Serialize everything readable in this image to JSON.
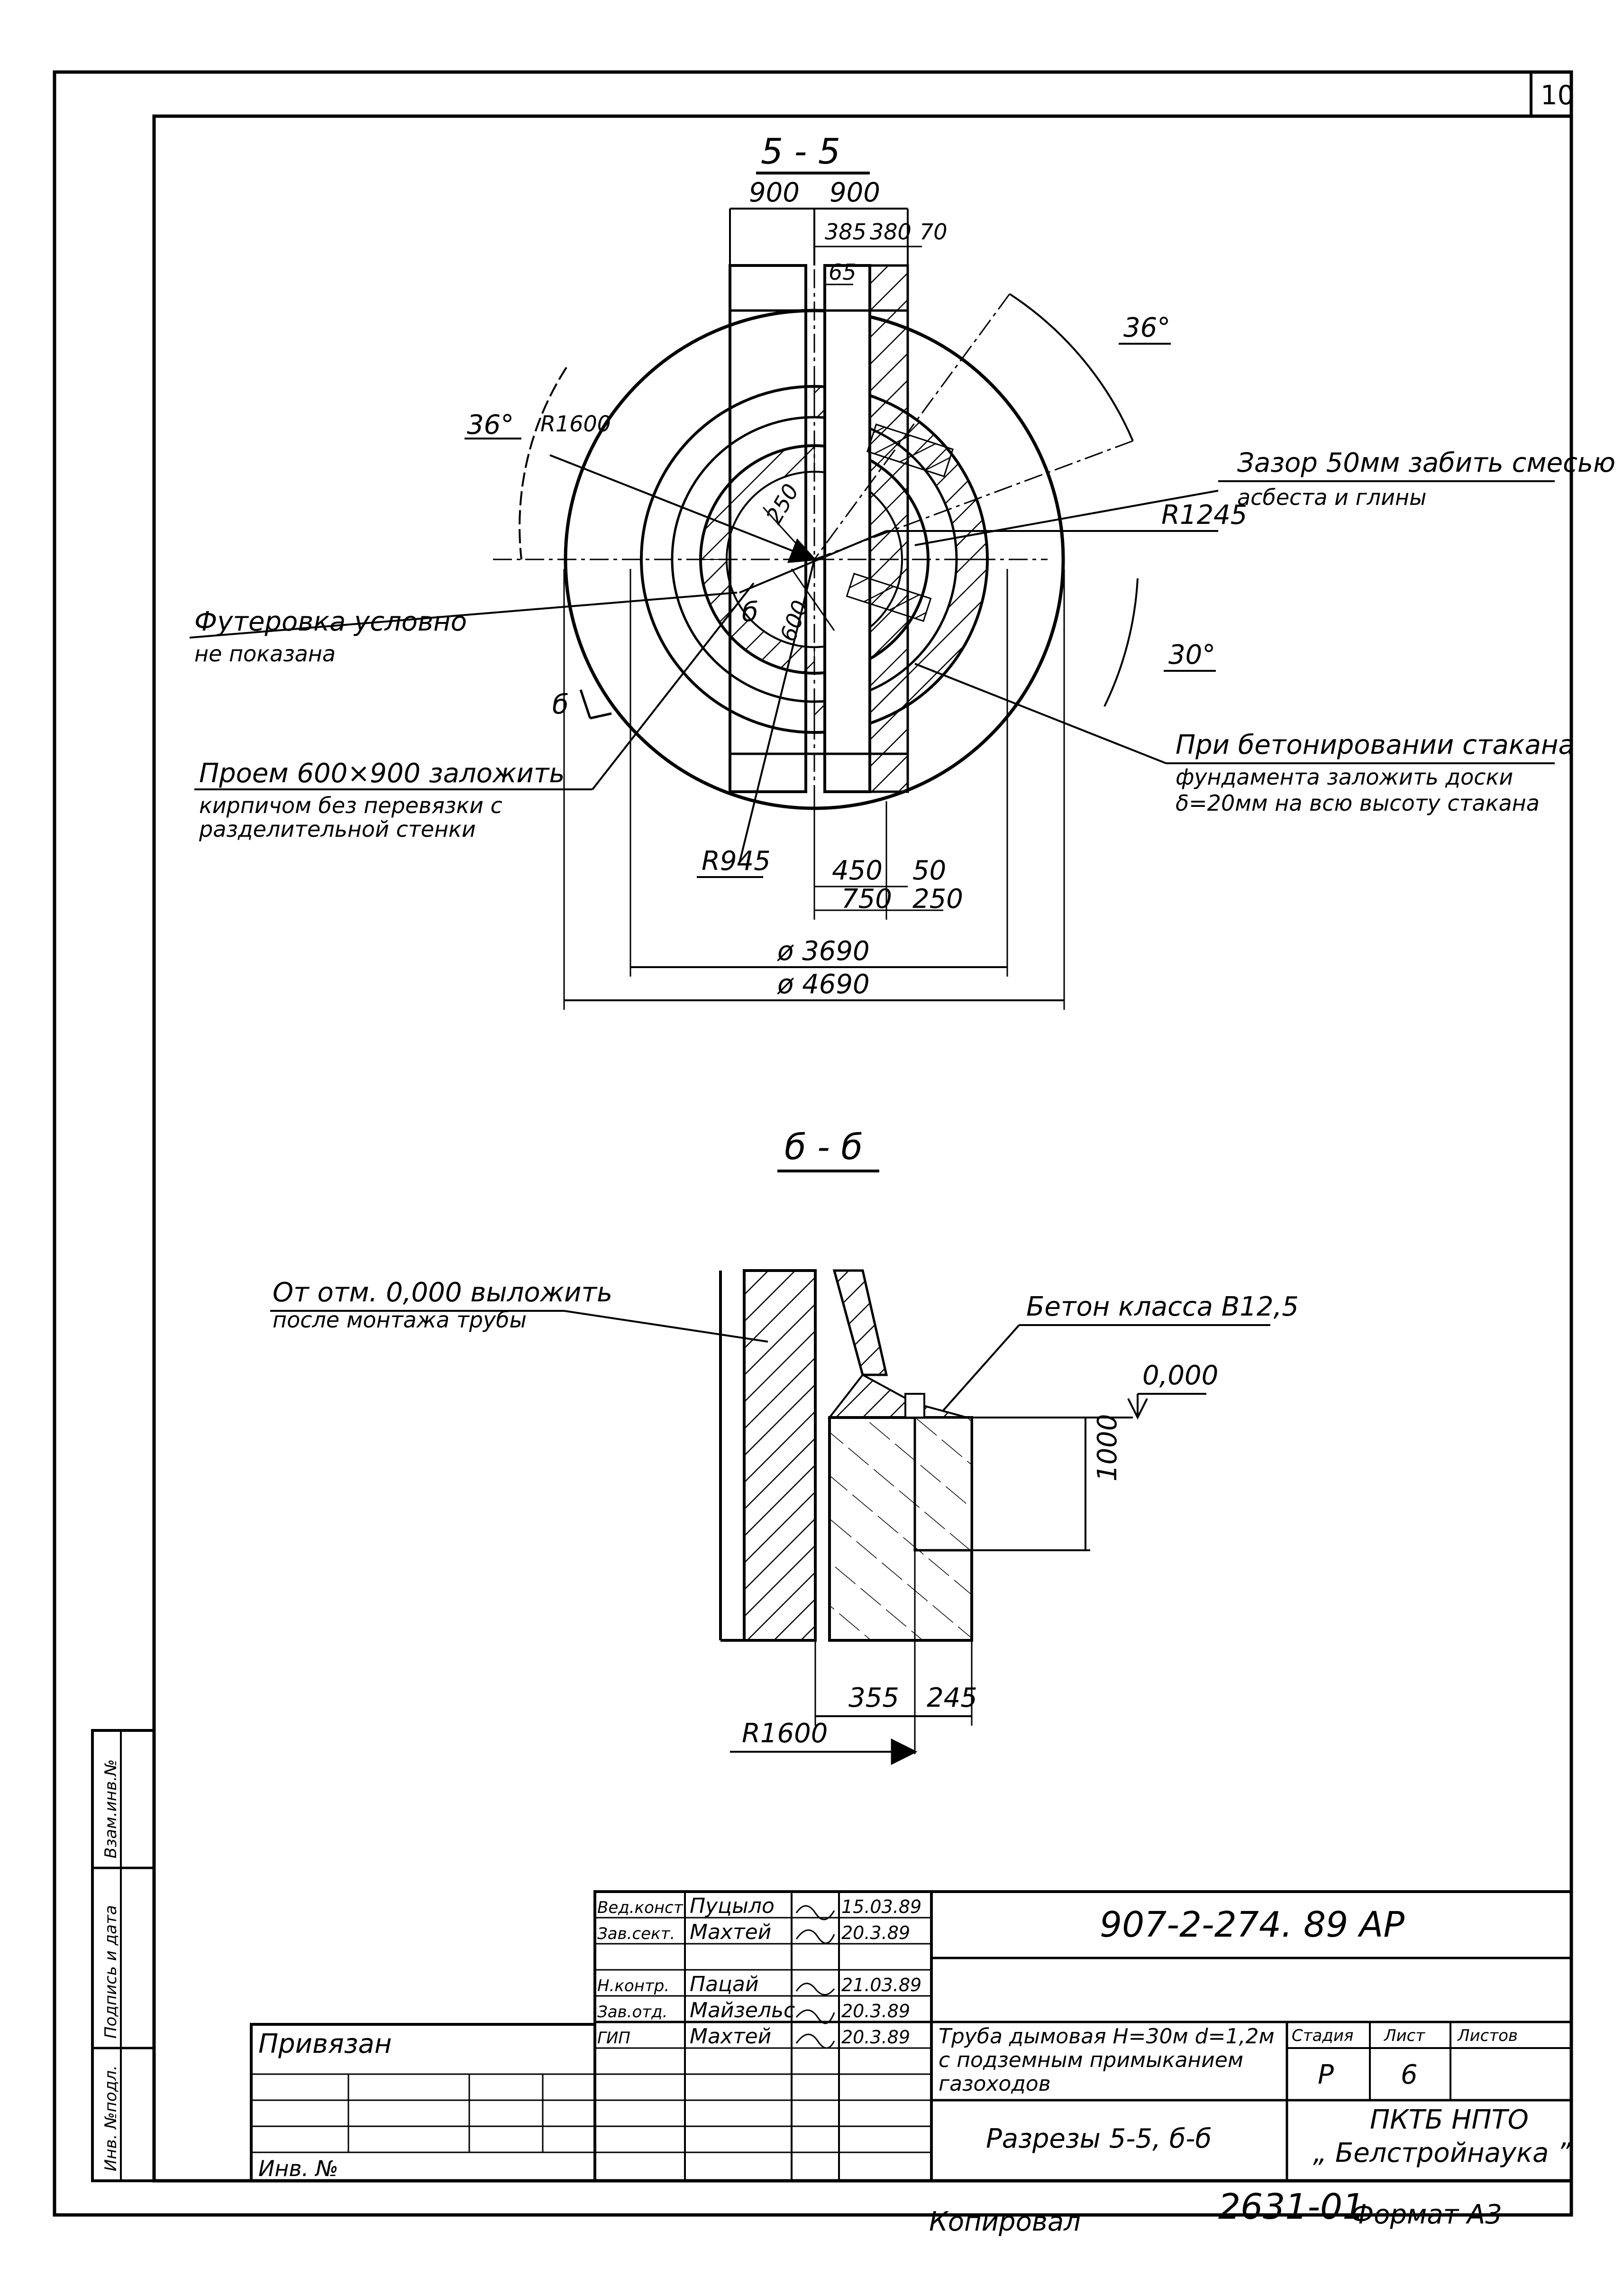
{
  "sheet": {
    "number": "10"
  },
  "section_55": {
    "title": "5 - 5",
    "dims": {
      "top_left": "900",
      "top_right": "900",
      "d385": "385",
      "d380": "380",
      "d70": "70",
      "d65": "65",
      "d450": "450",
      "d50": "50",
      "d750": "750",
      "d250": "250",
      "dia_inner": "ø 3690",
      "dia_outer": "ø 4690",
      "r600": "600",
      "r250": "250",
      "mark_b": "б"
    },
    "angles": {
      "left": "36°",
      "right_top": "36°",
      "right_bottom": "30°"
    },
    "radii": {
      "r1600": "R1600",
      "r1245": "R1245",
      "r945": "R945"
    },
    "notes": {
      "gap_line1": "Зазор 50мм забить смесью",
      "gap_line2": "асбеста и глины",
      "lining_line1": "Футеровка условно",
      "lining_line2": "не показана",
      "opening_line1": "Проем 600×900 заложить",
      "opening_line2": "кирпичом без перевязки с",
      "opening_line3": "разделительной стенки",
      "concrete_line1": "При бетонировании стакана",
      "concrete_line2": "фундамента заложить доски",
      "concrete_line3": "δ=20мм на всю высоту стакана",
      "section_mark": "б"
    }
  },
  "section_bb": {
    "title": "б - б",
    "notes": {
      "lay_line1": "От отм. 0,000 выложить",
      "lay_line2": "после монтажа трубы",
      "concrete": "Бетон класса В12,5"
    },
    "level": "0,000",
    "dims": {
      "height": "1000",
      "d355": "355",
      "d245": "245",
      "radius": "R1600"
    }
  },
  "side_stamp": {
    "inv_sub": "Инв. №подл.",
    "sign_date": "Подпись и дата",
    "replace_inv": "Взам.инв.№"
  },
  "title_block": {
    "roles": [
      "Вед.конст.",
      "Зав.сект.",
      "",
      "Н.контр.",
      "Зав.отд.",
      "ГИП"
    ],
    "names": [
      "Пуцыло",
      "Махтей",
      "",
      "Пацай",
      "Майзельс",
      "Махтей"
    ],
    "dates": [
      "15.03.89",
      "20.3.89",
      "",
      "21.03.89",
      "20.3.89",
      "20.3.89"
    ],
    "code": "907-2-274. 89 АР",
    "object_line1": "Труба дымовая Н=30м  d=1,2м",
    "object_line2": "с подземным примыканием",
    "object_line3": "газоходов",
    "stage_header": "Стадия",
    "sheet_header": "Лист",
    "sheets_header": "Листов",
    "stage": "Р",
    "sheet": "6",
    "sheets": "",
    "drawing_title": "Разрезы 5-5, б-б",
    "org_line1": "ПКТБ НПТО",
    "org_line2": "„ Белстройнаука ”",
    "linked": "Привязан",
    "inv_no": "Инв. №"
  },
  "footer": {
    "copied": "Копировал",
    "number": "2631-01",
    "format": "Формат А3"
  }
}
